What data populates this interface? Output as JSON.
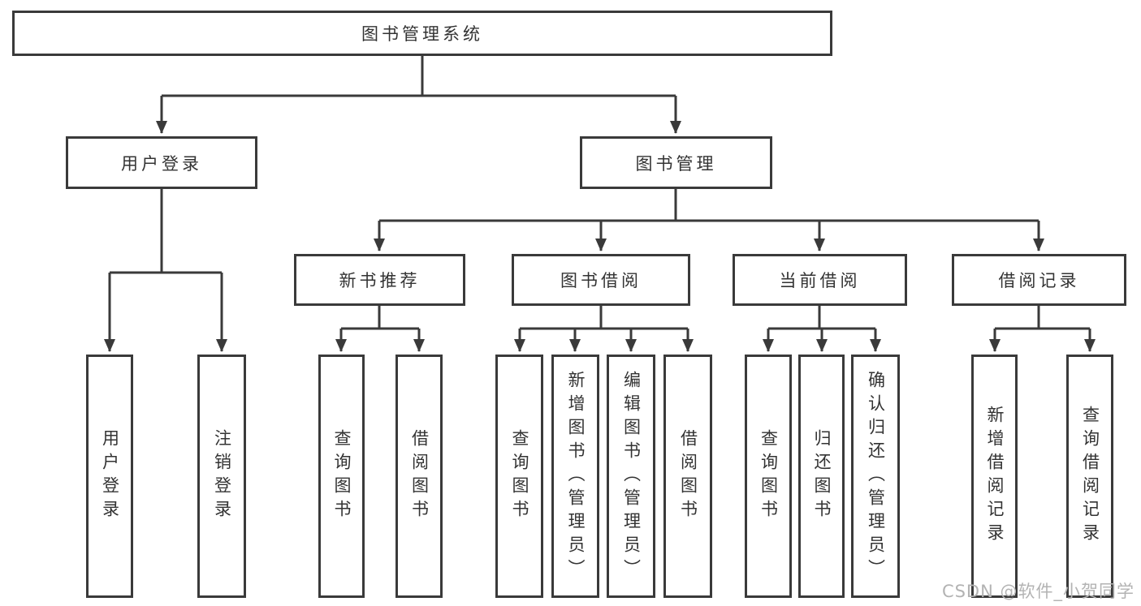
{
  "style": {
    "line_color": "#3a3a3a",
    "text_color": "#333333",
    "box_background": "#ffffff",
    "watermark_color": "#b3b3b3"
  },
  "tree": {
    "root": {
      "label": "图书管理系统"
    },
    "level2": [
      {
        "label": "用户登录"
      },
      {
        "label": "图书管理"
      }
    ],
    "level3": [
      {
        "label": "新书推荐"
      },
      {
        "label": "图书借阅"
      },
      {
        "label": "当前借阅"
      },
      {
        "label": "借阅记录"
      }
    ],
    "leaves": {
      "user_login": [
        {
          "label": "用户登录"
        },
        {
          "label": "注销登录"
        }
      ],
      "new_book_rec": [
        {
          "label": "查询图书"
        },
        {
          "label": "借阅图书"
        }
      ],
      "book_borrow": [
        {
          "label": "查询图书"
        },
        {
          "label": "新增图书（管理员）"
        },
        {
          "label": "编辑图书（管理员）"
        },
        {
          "label": "借阅图书"
        }
      ],
      "current_borrow": [
        {
          "label": "查询图书"
        },
        {
          "label": "归还图书"
        },
        {
          "label": "确认归还（管理员）"
        }
      ],
      "borrow_record": [
        {
          "label": "新增借阅记录"
        },
        {
          "label": "查询借阅记录"
        }
      ]
    }
  },
  "watermark": {
    "text": "CSDN @软件_小贺同学"
  }
}
